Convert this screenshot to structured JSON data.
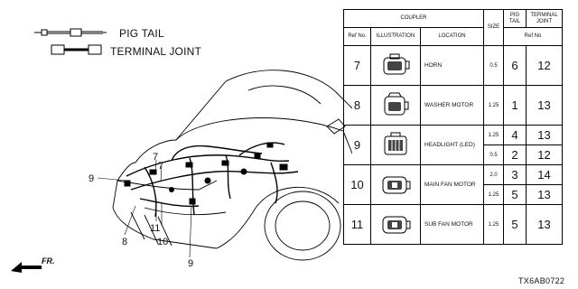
{
  "legend": {
    "pigtail_label": "PIG TAIL",
    "terminal_joint_label": "TERMINAL JOINT"
  },
  "callouts": {
    "c9_left": "9",
    "c7_a": "7",
    "c7_b": "7",
    "c8": "8",
    "c11": "11",
    "c10": "10",
    "c9_bottom": "9"
  },
  "front_arrow_label": "FR.",
  "drawing_code": "TX6AB0722",
  "table": {
    "header_coupler": "COUPLER",
    "header_size": "SIZE",
    "header_pigtail": "PIG TAIL",
    "header_terminal_joint": "TERMINAL JOINT",
    "header_ref_no": "Ref No.",
    "header_illustration": "ILLUSTRATION",
    "header_location": "LOCATION",
    "header_ref_no_right": "Ref No",
    "rows": [
      {
        "ref": "7",
        "location": "HORN",
        "sizes": [
          {
            "size": "0.5",
            "pigtail": "6",
            "joint": "12"
          }
        ]
      },
      {
        "ref": "8",
        "location": "WASHER MOTOR",
        "sizes": [
          {
            "size": "1.25",
            "pigtail": "1",
            "joint": "13"
          }
        ]
      },
      {
        "ref": "9",
        "location": "HEADLIGHT (LED)",
        "sizes": [
          {
            "size": "1.25",
            "pigtail": "4",
            "joint": "13"
          },
          {
            "size": "0.5",
            "pigtail": "2",
            "joint": "12"
          }
        ]
      },
      {
        "ref": "10",
        "location": "MAIN FAN MOTOR",
        "sizes": [
          {
            "size": "2.0",
            "pigtail": "3",
            "joint": "14"
          },
          {
            "size": "1.25",
            "pigtail": "5",
            "joint": "13"
          }
        ]
      },
      {
        "ref": "11",
        "location": "SUB FAN MOTOR",
        "sizes": [
          {
            "size": "1.25",
            "pigtail": "5",
            "joint": "13"
          }
        ]
      }
    ]
  }
}
